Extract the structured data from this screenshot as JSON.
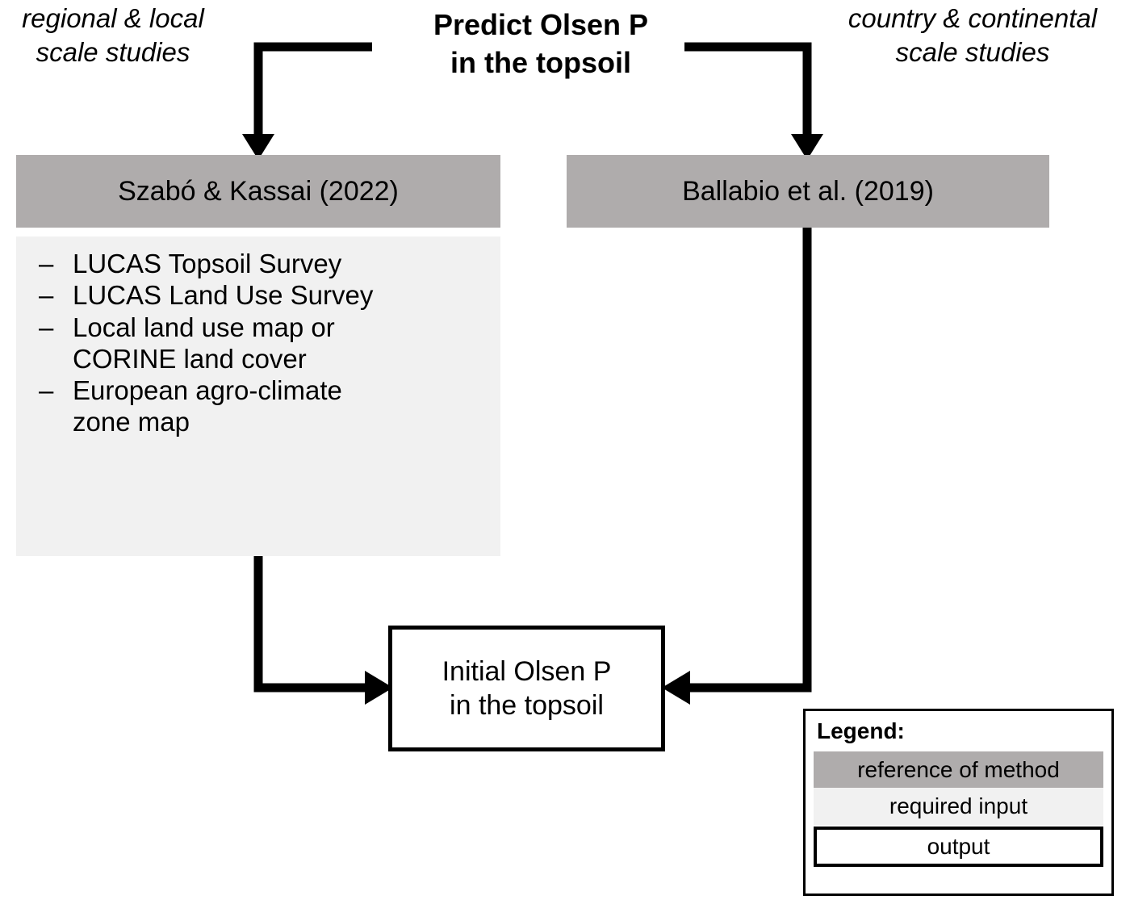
{
  "diagram": {
    "title": "Predict Olsen P\nin the topsoil",
    "annotations": {
      "left": "regional & local\nscale studies",
      "right": "country & continental\nscale studies"
    },
    "branches": [
      {
        "reference": "Szabó & Kassai (2022)",
        "inputs": [
          "LUCAS Topsoil Survey",
          "LUCAS Land Use Survey",
          "Local land use map or\nCORINE land cover",
          "European agro-climate\nzone map"
        ],
        "bullet_marker": "–"
      },
      {
        "reference": "Ballabio et al. (2019)",
        "inputs": [],
        "bullet_marker": "–"
      }
    ],
    "output": "Initial Olsen P\nin the topsoil",
    "legend": {
      "title": "Legend:",
      "items": [
        {
          "label": "reference of method",
          "color": "#afacac"
        },
        {
          "label": "required input",
          "color": "#f1f1f1"
        },
        {
          "label": "output",
          "color": "#ffffff"
        }
      ]
    },
    "colors": {
      "reference_fill": "#afacac",
      "input_fill": "#f1f1f1",
      "output_fill": "#ffffff",
      "line": "#000000"
    }
  }
}
